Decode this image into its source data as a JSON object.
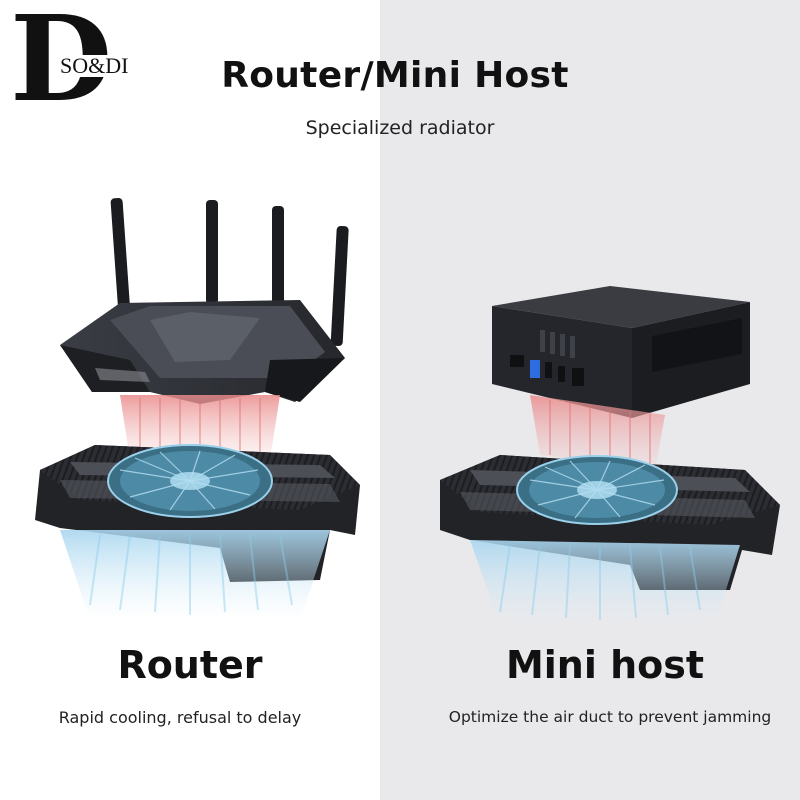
{
  "logo": {
    "letter": "D",
    "text": "SO&DI"
  },
  "header": {
    "title": "Router/Mini Host",
    "subtitle": "Specialized radiator"
  },
  "panels": [
    {
      "label": "Router",
      "description": "Rapid cooling, refusal to delay"
    },
    {
      "label": "Mini host",
      "description": "Optimize the air duct to prevent jamming"
    }
  ],
  "colors": {
    "background_left": "#ffffff",
    "background_right": "#e9e9ec",
    "text": "#111111",
    "device_dark": "#2a2c31",
    "fan_blue": "#7fb8d6",
    "heat_red": "#e98a8a",
    "air_blue": "#a9d6ef"
  },
  "icons": [
    "logo-d-mark",
    "router-image",
    "mini-pc-image",
    "cooling-stand-image",
    "cooling-fan-image"
  ]
}
